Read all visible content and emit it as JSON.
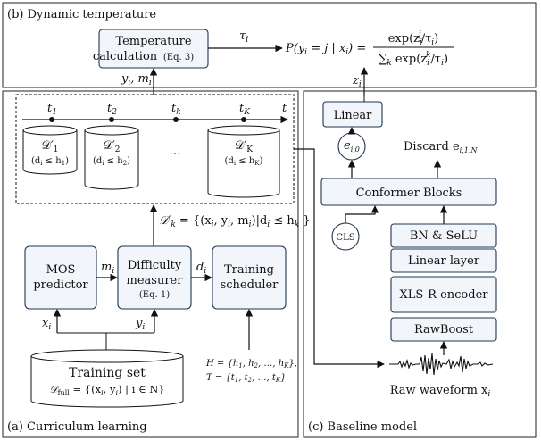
{
  "panels": {
    "b_title": "(b) Dynamic temperature",
    "a_title": "(a) Curriculum learning",
    "c_title": "(c) Baseline model"
  },
  "temperature": {
    "box_line1": "Temperature",
    "box_line2": "calculation",
    "box_ref": "(Eq. 3)",
    "tau": "τ",
    "tau_sub": "i",
    "formula_lhs": "P(y",
    "formula_lhs_sub": "i",
    "formula_lhs_rest": " = j | x",
    "formula_lhs_sub2": "i",
    "formula_lhs_end": ") =",
    "numerator": "exp(z",
    "numerator_sub": "i",
    "numerator_sup": "j",
    "numerator_end": "/τ",
    "numerator_end_sub": "i",
    "numerator_close": ")",
    "denominator": "∑",
    "denominator_sub": "k",
    "denominator_mid": " exp(z",
    "denominator_sub2": "i",
    "denominator_sup": "k",
    "denominator_end": "/τ",
    "denominator_end_sub": "i",
    "denominator_close": ")",
    "inputs_y": "y",
    "inputs_sub": "i",
    "inputs_mid": ", m",
    "inputs_sub2": "i",
    "z": "z",
    "z_sub": "i"
  },
  "timeline": {
    "ticks": [
      {
        "label": "t",
        "sub": "1"
      },
      {
        "label": "t",
        "sub": "2"
      },
      {
        "label": "t",
        "sub": "k"
      },
      {
        "label": "t",
        "sub": "K"
      }
    ],
    "end_label": "t",
    "subsets": [
      {
        "name": "𝒟′",
        "sub": "1",
        "cond": "(d",
        "cond_sub": "i",
        "cond_rest": " ≤ h",
        "cond_sub2": "1",
        "cond_end": ")"
      },
      {
        "name": "𝒟′",
        "sub": "2",
        "cond": "(d",
        "cond_sub": "i",
        "cond_rest": " ≤ h",
        "cond_sub2": "2",
        "cond_end": ")"
      },
      {
        "name": "𝒟′",
        "sub": "K",
        "cond": "(d",
        "cond_sub": "i",
        "cond_rest": " ≤ h",
        "cond_sub2": "K",
        "cond_end": ")"
      }
    ],
    "ellipsis": "…"
  },
  "curriculum": {
    "subset_def_lhs": "𝒟′",
    "subset_def_sub": "k",
    "subset_def_rhs": " = {(x",
    "subset_def_s1": "i",
    "subset_def_r2": ", y",
    "subset_def_s2": "i",
    "subset_def_r3": ", m",
    "subset_def_s3": "i",
    "subset_def_r4": ")|d",
    "subset_def_s4": "i",
    "subset_def_r5": " ≤ h",
    "subset_def_s5": "k",
    "subset_def_r6": " }",
    "mos_line1": "MOS",
    "mos_line2": "predictor",
    "difficulty_line1": "Difficulty",
    "difficulty_line2": "measurer",
    "difficulty_ref": "(Eq. 1)",
    "scheduler_line1": "Training",
    "scheduler_line2": "scheduler",
    "m": "m",
    "m_sub": "i",
    "d": "d",
    "d_sub": "i",
    "x": "x",
    "x_sub": "i",
    "y": "y",
    "y_sub": "i",
    "trainset_title": "Training set",
    "trainset_def": "𝒟",
    "trainset_def_sub": "full",
    "trainset_def_rest": " = {(x",
    "trainset_def_s1": "i",
    "trainset_def_r2": ", y",
    "trainset_def_s2": "i",
    "trainset_def_r3": ") | i ∈ N}",
    "H_line": "H = {h",
    "H_s1": "1",
    "H_r2": ", h",
    "H_s2": "2",
    "H_r3": ", …, h",
    "H_s3": "K",
    "H_r4": "},",
    "T_line": "T = {t",
    "T_s1": "1",
    "T_r2": ", t",
    "T_s2": "2",
    "T_r3": ", …, t",
    "T_s3": "K",
    "T_r4": "}"
  },
  "baseline": {
    "linear": "Linear",
    "e0": "e",
    "e0_sub": "i,0",
    "discard": "Discard e",
    "discard_sub": "i,1:N",
    "conformer": "Conformer Blocks",
    "cls": "CLS",
    "bn": "BN & SeLU",
    "linear_layer": "Linear layer",
    "xlsr": "XLS-R encoder",
    "rawboost": "RawBoost",
    "waveform": "Raw waveform x",
    "waveform_sub": "i"
  }
}
